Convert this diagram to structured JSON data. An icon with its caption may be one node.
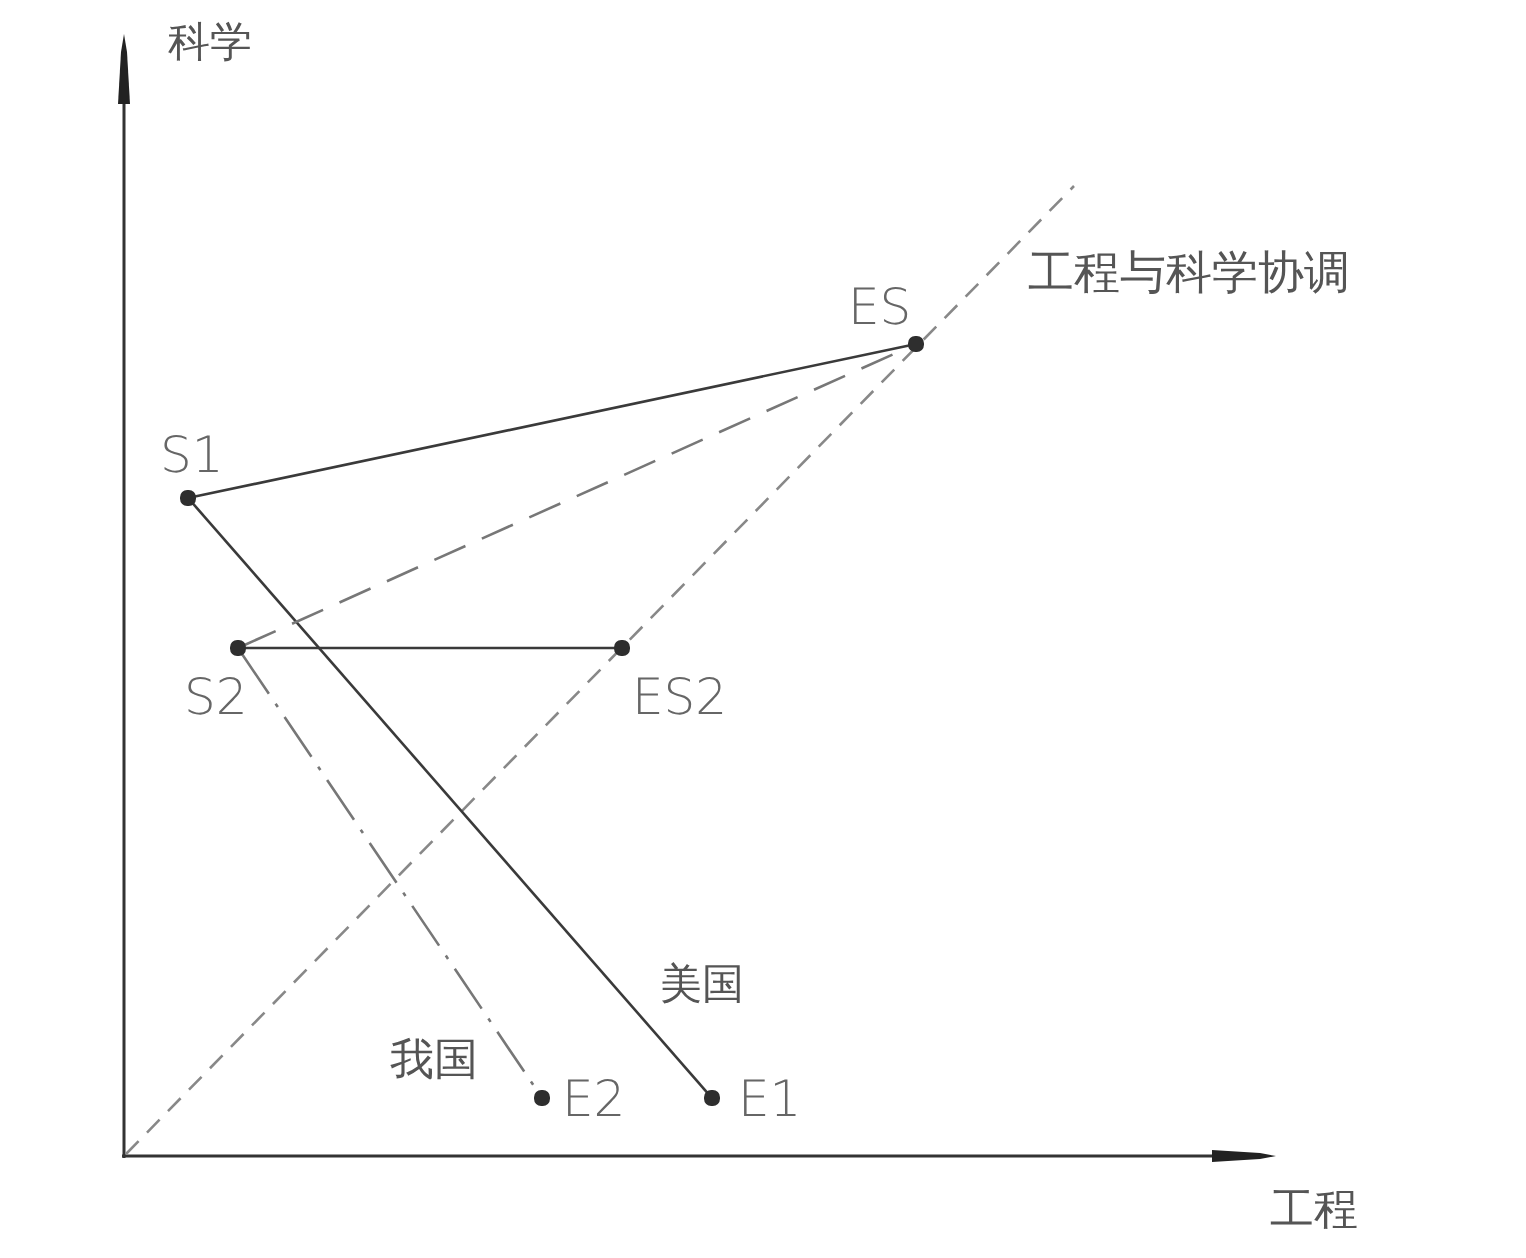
{
  "diagram": {
    "nodes": [
      {
        "text": [],
        "shape": "circle",
        "beside": [
          "ES"
        ]
      },
      {
        "text": [],
        "shape": "circle",
        "beside": [
          "S1"
        ]
      },
      {
        "text": [],
        "shape": "circle",
        "beside": [
          "S2"
        ]
      },
      {
        "text": [],
        "shape": "circle",
        "beside": [
          "ES2"
        ]
      },
      {
        "text": [],
        "shape": "circle",
        "beside": [
          "E2"
        ]
      },
      {
        "text": [],
        "shape": "circle",
        "beside": [
          "E1"
        ]
      }
    ],
    "edges": [
      {
        "from": 1,
        "to": 0,
        "arrow": "none"
      },
      {
        "from": 1,
        "to": 5,
        "arrow": "none",
        "label": "美国"
      },
      {
        "from": 2,
        "to": 0,
        "arrow": "none",
        "style": "dashed"
      },
      {
        "from": 2,
        "to": 3,
        "arrow": "none"
      },
      {
        "from": 2,
        "to": 4,
        "arrow": "none",
        "style": "dashed",
        "label": "我国"
      }
    ],
    "labels": [
      "科学",
      "工程与科学协调",
      "工程"
    ]
  }
}
